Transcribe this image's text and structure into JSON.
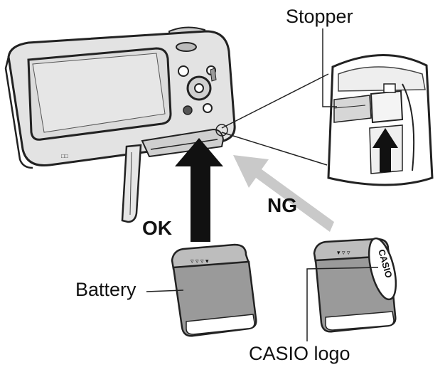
{
  "labels": {
    "stopper": "Stopper",
    "ok": "OK",
    "ng": "NG",
    "battery": "Battery",
    "casio_logo": "CASIO logo",
    "battery_logo_text": "CASIO"
  },
  "colors": {
    "ok_arrow": "#111111",
    "ng_arrow": "#c9c9c9",
    "camera_body": "#e0e0e0",
    "camera_screen": "#dddddd",
    "battery_body": "#9a9a9a",
    "battery_top": "#bdbdbd"
  },
  "icons": [
    "camera-illustration",
    "battery-illustration",
    "insert-arrow",
    "zoom-callout"
  ]
}
